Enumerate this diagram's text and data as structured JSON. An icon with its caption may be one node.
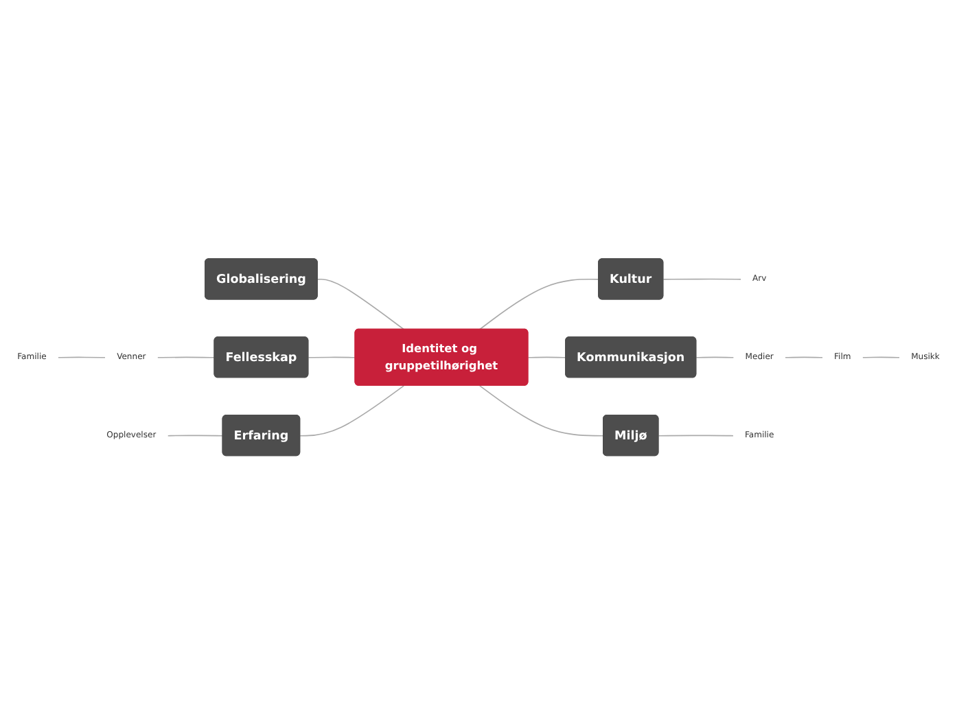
{
  "diagram": {
    "nodes": [
      {
        "text": [
          "Identitet og gruppetilhørighet"
        ]
      },
      {
        "text": [
          "Globalisering"
        ]
      },
      {
        "text": [
          "Kultur"
        ]
      },
      {
        "text": [
          "Arv"
        ]
      },
      {
        "text": [
          "Fellesskap"
        ]
      },
      {
        "text": [
          "Venner"
        ]
      },
      {
        "text": [
          "Familie"
        ]
      },
      {
        "text": [
          "Kommunikasjon"
        ]
      },
      {
        "text": [
          "Medier"
        ]
      },
      {
        "text": [
          "Film"
        ]
      },
      {
        "text": [
          "Musikk"
        ]
      },
      {
        "text": [
          "Erfaring"
        ]
      },
      {
        "text": [
          "Opplevelser"
        ]
      },
      {
        "text": [
          "Miljø"
        ]
      },
      {
        "text": [
          "Familie"
        ]
      }
    ],
    "edges": [
      {
        "from": 1,
        "to": 0,
        "arrow": "none"
      },
      {
        "from": 0,
        "to": 2,
        "arrow": "none"
      },
      {
        "from": 2,
        "to": 3,
        "arrow": "none"
      },
      {
        "from": 4,
        "to": 0,
        "arrow": "none"
      },
      {
        "from": 5,
        "to": 4,
        "arrow": "none"
      },
      {
        "from": 6,
        "to": 5,
        "arrow": "none"
      },
      {
        "from": 0,
        "to": 7,
        "arrow": "none"
      },
      {
        "from": 7,
        "to": 8,
        "arrow": "none"
      },
      {
        "from": 8,
        "to": 9,
        "arrow": "none"
      },
      {
        "from": 9,
        "to": 10,
        "arrow": "none"
      },
      {
        "from": 11,
        "to": 0,
        "arrow": "none"
      },
      {
        "from": 12,
        "to": 11,
        "arrow": "none"
      },
      {
        "from": 0,
        "to": 13,
        "arrow": "none"
      },
      {
        "from": 13,
        "to": 14,
        "arrow": "none"
      }
    ]
  }
}
